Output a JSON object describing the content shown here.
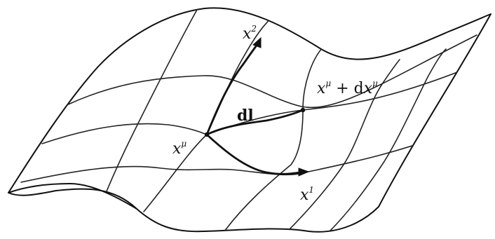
{
  "figure": {
    "labels": {
      "x2": {
        "base": "x",
        "sup": "2"
      },
      "x1": {
        "base": "x",
        "sup": "1"
      },
      "xmu": {
        "base": "x",
        "sup": "μ"
      },
      "xmu_dx": {
        "base": "x",
        "sup": "μ",
        "middle": " + d",
        "base2": "x",
        "sup2": "μ"
      },
      "dl": "dl"
    }
  }
}
